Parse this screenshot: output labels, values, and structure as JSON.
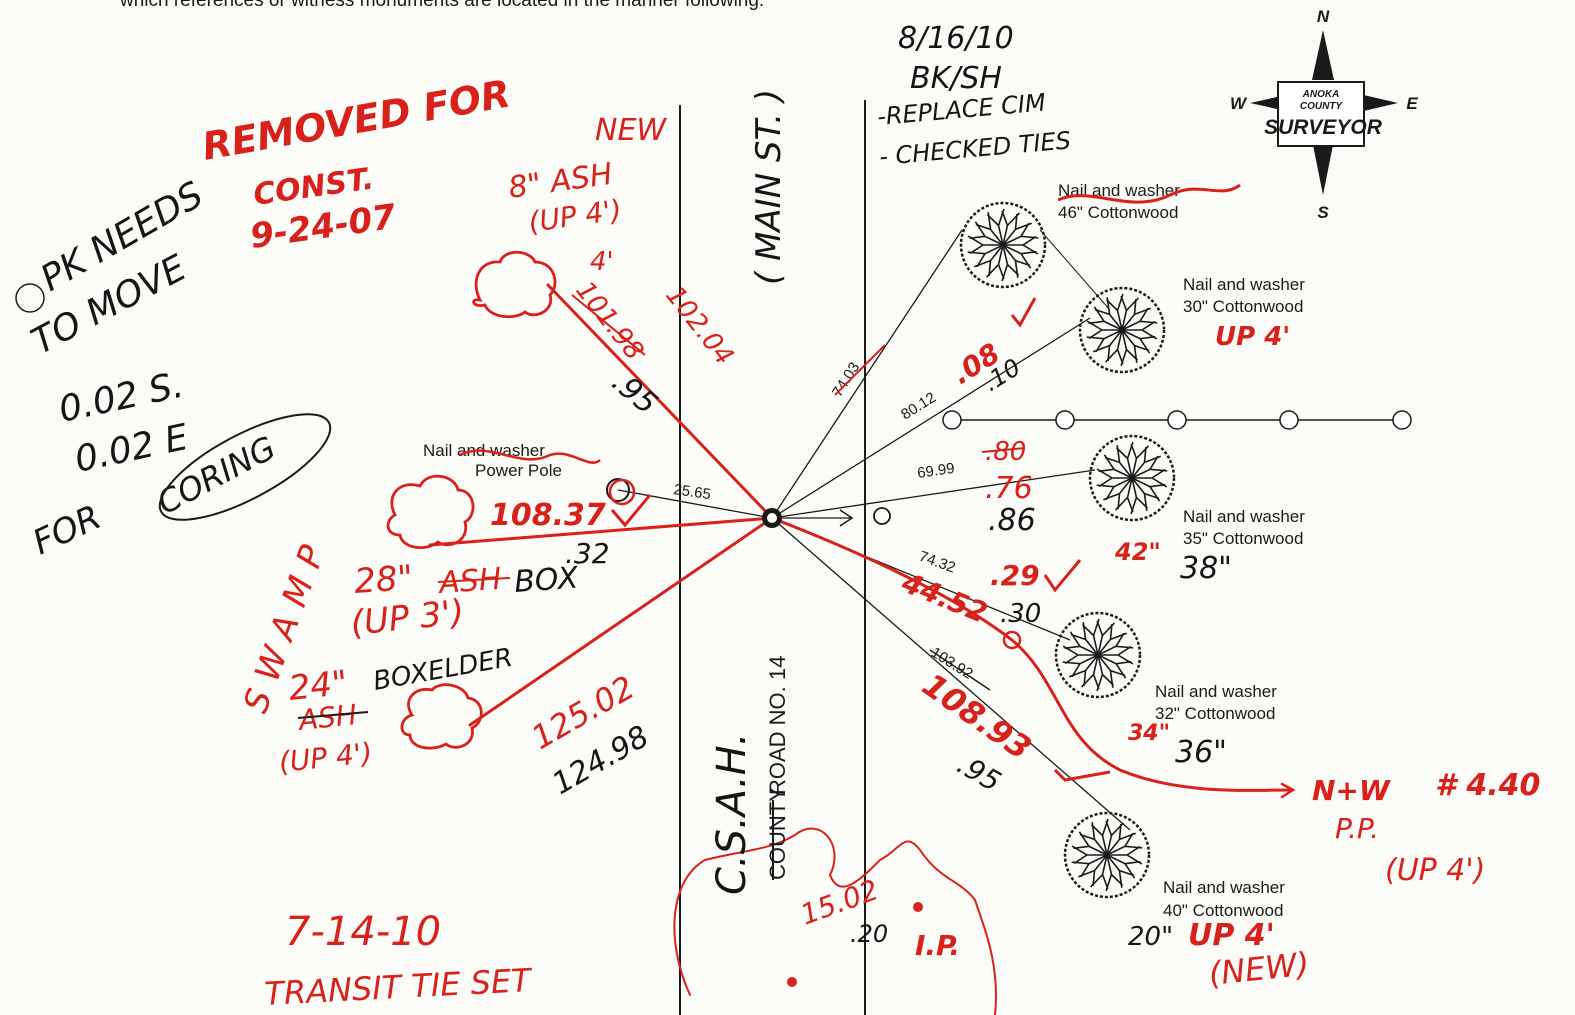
{
  "header_text": "which references or witness monuments are located in the manner following:",
  "compass": {
    "n": "N",
    "s": "S",
    "e": "E",
    "w": "W",
    "badge_line1": "ANOKA",
    "badge_line2": "COUNTY",
    "badge_line3": "SURVEYOR"
  },
  "road": {
    "main_st": "( MAIN ST. )",
    "csah": "C.S.A.H.",
    "county_word": "COUNTY",
    "road_no": "ROAD NO. 14",
    "new_label": "NEW"
  },
  "top_notes": {
    "date": "8/16/10",
    "initials": "BK/SH",
    "note1": "-REPLACE CIM",
    "note2": "- CHECKED TIES"
  },
  "removed_note": {
    "line1": "REMOVED FOR",
    "line2": "CONST.",
    "line3": "9-24-07"
  },
  "pk_note": {
    "line1": "PK NEEDS",
    "line2": "TO MOVE"
  },
  "offset_note": {
    "line1": "0.02 S.",
    "line2": "0.02 E",
    "line3": "FOR",
    "line4": "CORING"
  },
  "swamp": "SWAMP",
  "left_refs": {
    "ash8": {
      "size": "8\" ASH",
      "up": "(UP 4')",
      "extra": "4'"
    },
    "ash8_dist": {
      "old": "101.98",
      "new": "102.04",
      "check": ".95"
    },
    "power_pole": {
      "line1": "Nail and washer",
      "line2": "Power Pole"
    },
    "pole_dist": "25.65",
    "box28": {
      "size": "28\"",
      "species_old": "ASH",
      "species_new": "BOX",
      "up": "(UP 3')"
    },
    "box28_dist": {
      "red": "108.37",
      "black": ".32"
    },
    "box24": {
      "size": "24\"",
      "species_new": "BOXELDER",
      "species_old": "ASH",
      "up": "(UP 4')"
    },
    "box24_dist": {
      "red": "125.02",
      "black": "124.98"
    }
  },
  "right_refs": {
    "t1": {
      "line1": "Nail and washer",
      "line2": "46\" Cottonwood",
      "dist_old": "74.03"
    },
    "t2": {
      "line1": "Nail and washer",
      "line2": "30\" Cottonwood",
      "up": "UP 4'",
      "dist_old": "80.12",
      "dist_red": ".08",
      "dist_black": ".10"
    },
    "t3": {
      "line1": "Nail and washer",
      "line2": "35\" Cottonwood",
      "size_old": "42\"",
      "size_new": "38\"",
      "dist_old": "69.99",
      "dist_red1": ".80",
      "dist_red2": ".76",
      "dist_black": ".86"
    },
    "t4": {
      "line1": "Nail and washer",
      "line2": "32\" Cottonwood",
      "size_old": "34\"",
      "size_new": "36\"",
      "dist_old": "74.32",
      "dist_red": ".29",
      "dist_black": ".30"
    },
    "pp": {
      "dist_old": "103.92",
      "dist_red1": "44.52",
      "dist_red2": "108.93",
      "dist_black": ".95",
      "label": "N+W",
      "num": "# 4.40",
      "pp": "P.P.",
      "up": "(UP 4')"
    },
    "t5": {
      "line1": "Nail and washer",
      "line2": "40\" Cottonwood",
      "size_new": "20\"",
      "up": "UP 4'",
      "new": "(NEW)"
    }
  },
  "bottom": {
    "date": "7-14-10",
    "note": "TRANSIT TIE SET",
    "dist_red": "15.02",
    "dist_black": ".20",
    "ip": "I.P."
  }
}
